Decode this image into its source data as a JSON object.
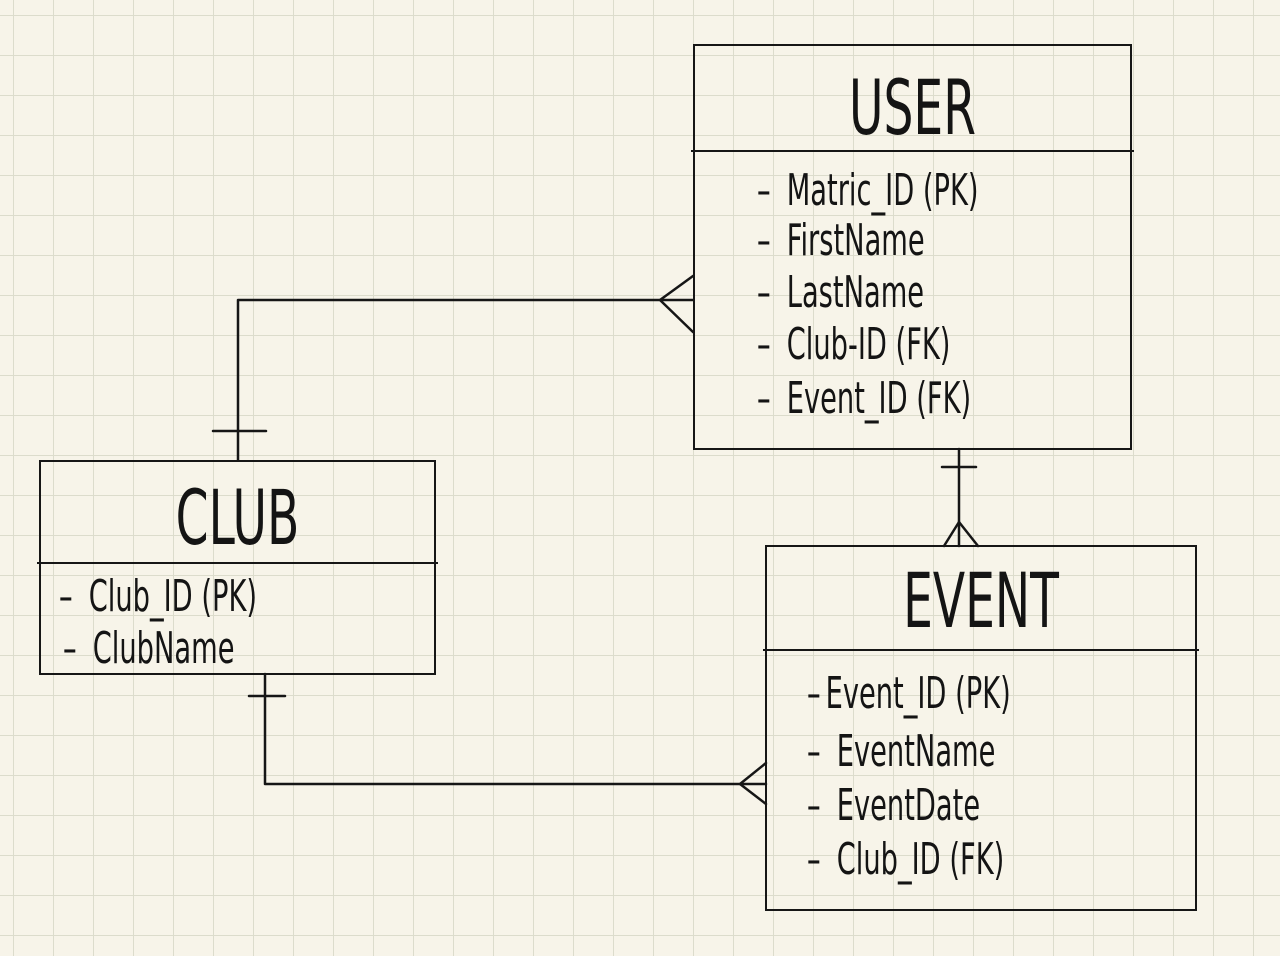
{
  "entities": {
    "user": {
      "name": "USER",
      "attributes": [
        "Matric_ID (PK)",
        "FirstName",
        "LastName",
        "Club-ID (FK)",
        "Event_ID (FK)"
      ]
    },
    "club": {
      "name": "CLUB",
      "attributes": [
        "Club_ID (PK)",
        "ClubName"
      ]
    },
    "event": {
      "name": "EVENT",
      "attributes": [
        "Event_ID (PK)",
        "EventName",
        "EventDate",
        "Club_ID (FK)"
      ]
    }
  },
  "relationships": [
    {
      "from": "club",
      "to": "user",
      "from_cardinality": "one",
      "to_cardinality": "many"
    },
    {
      "from": "user",
      "to": "event",
      "from_cardinality": "one",
      "to_cardinality": "many"
    },
    {
      "from": "club",
      "to": "event",
      "from_cardinality": "one",
      "to_cardinality": "many"
    }
  ],
  "colors": {
    "ink": "#161616",
    "paper": "#f7f4e9",
    "grid": "#dcdccc"
  }
}
